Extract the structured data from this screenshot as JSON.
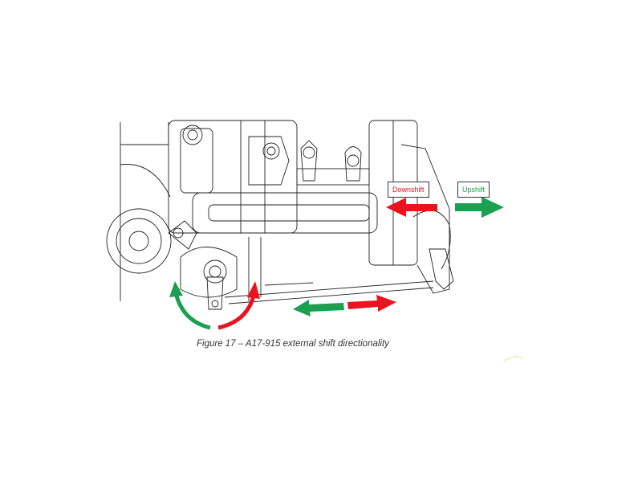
{
  "figure": {
    "labels": {
      "downshift": "Downshift",
      "upshift": "Upshift"
    },
    "caption": "Figure 17 – A17-915 external shift directionality",
    "colors": {
      "downshift": "#e8141e",
      "upshift": "#1aa050",
      "line": "#222222"
    }
  }
}
